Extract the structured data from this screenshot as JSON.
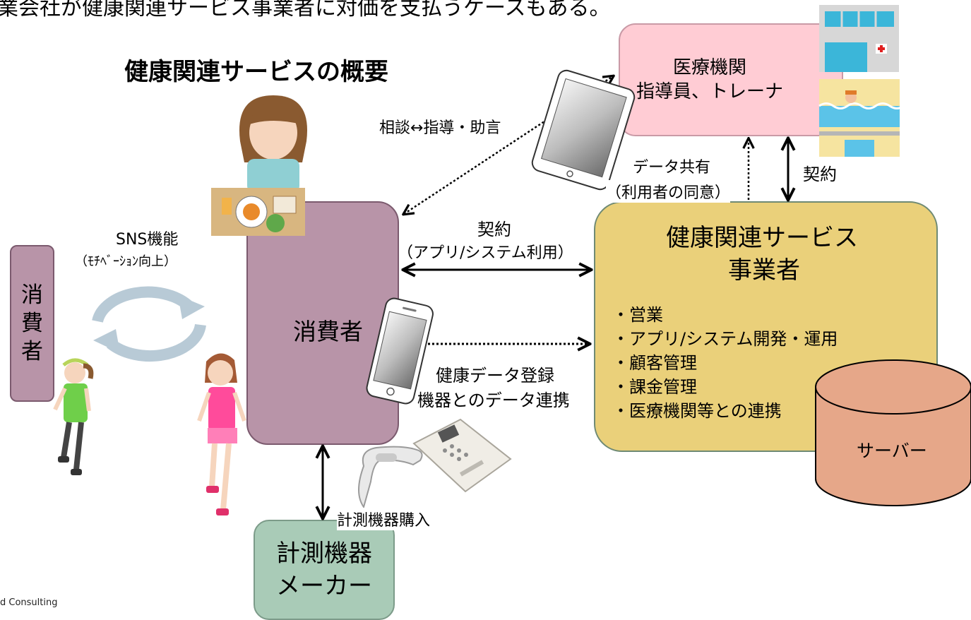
{
  "header": {
    "top_cut_text": "業会社が健康関連サービス事業者に対価を支払うケースもある。",
    "diagram_title": "健康関連サービスの概要"
  },
  "footer": {
    "credit": "d Consulting"
  },
  "nodes": {
    "consumer_side_label": "消\n費\n者",
    "consumer_main": "消費者",
    "medical": {
      "line1": "医療機関",
      "line2": "指導員、トレーナ"
    },
    "provider": {
      "title1": "健康関連サービス",
      "title2": "事業者",
      "items": [
        "・営業",
        "・アプリ/システム開発・運用",
        "・顧客管理",
        "・課金管理",
        "・医療機関等との連携"
      ]
    },
    "server": "サーバー",
    "maker": {
      "line1": "計測機器",
      "line2": "メーカー"
    }
  },
  "edges": {
    "sns": {
      "line1": "SNS機能",
      "line2": "（ﾓﾁﾍﾞｰｼｮﾝ向上）"
    },
    "consult": "相談↔指導・助言",
    "contract_app": {
      "line1": "契約",
      "line2": "（アプリ/システム利用）"
    },
    "health_data": {
      "line1": "健康データ登録",
      "line2": "機器とのデータ連携"
    },
    "data_share": {
      "line1": "データ共有",
      "line2": "（利用者の同意）"
    },
    "contract_medical": "契約",
    "device_purchase": "計測機器購入"
  },
  "colors": {
    "consumer": "#b894a8",
    "medical": "#ffccd4",
    "provider": "#ead07a",
    "server": "#e6a789",
    "maker": "#a9cbb7"
  },
  "icons": [
    "woman-eating-illustration",
    "runner-illustration",
    "tablet-icon",
    "smartphone-icon",
    "hospital-building-icon",
    "pool-building-icon",
    "cycle-arrows-icon",
    "wearable-device-icon",
    "body-scale-icon"
  ]
}
